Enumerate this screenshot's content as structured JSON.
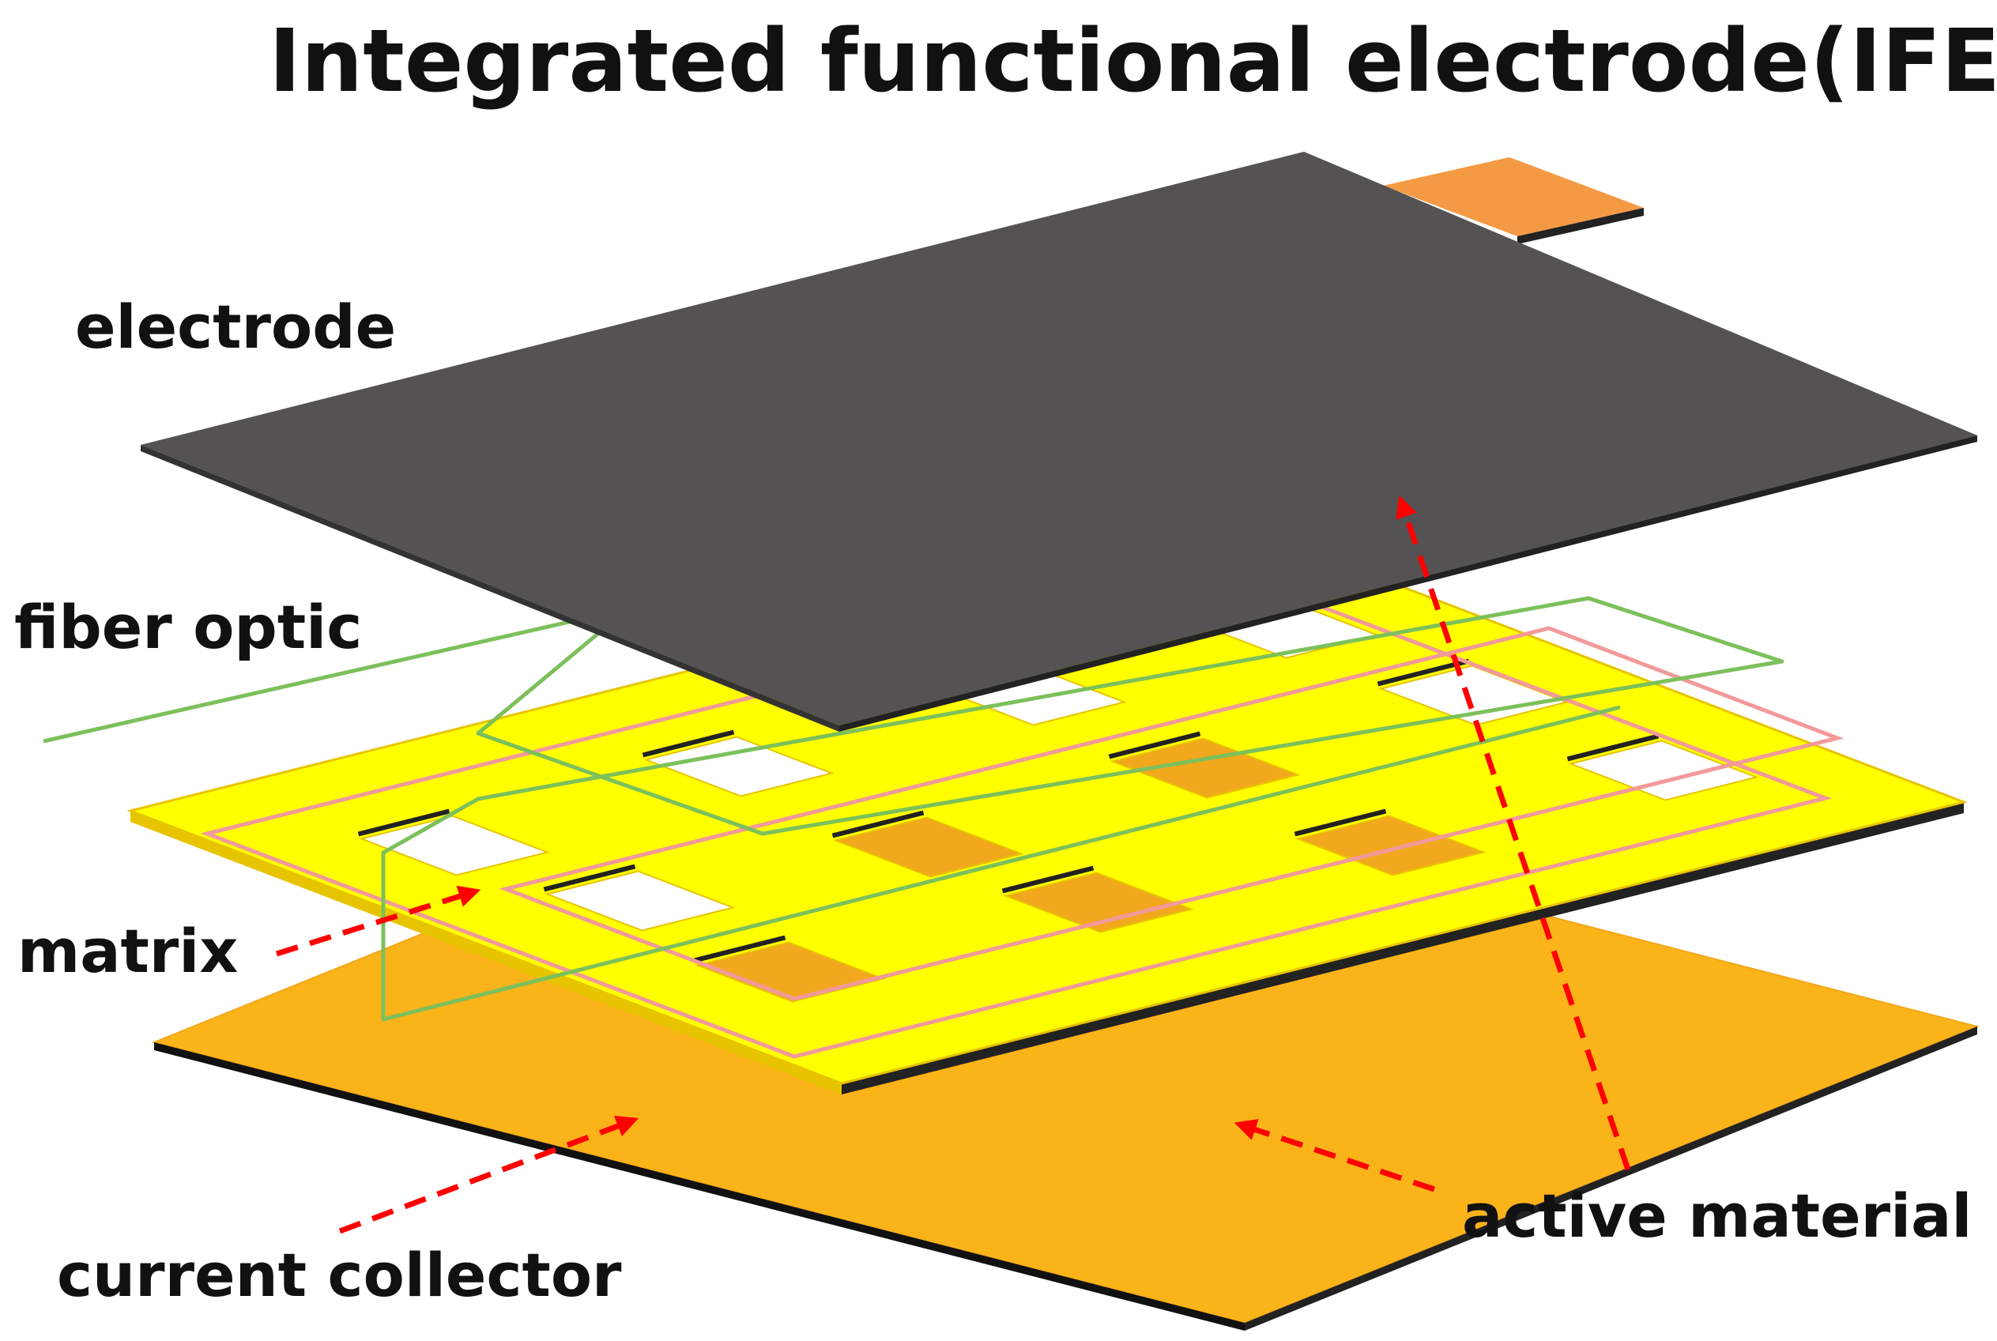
{
  "title": "Integrated functional electrode(IFE)",
  "labels": {
    "electrode": "electrode",
    "fiber_optic": "fiber optic",
    "matrix": "matrix",
    "current_collector": "current collector",
    "active_material": "active material"
  },
  "colors": {
    "electrode": "#545252",
    "electrode_tab": "#f49a45",
    "matrix": "#ffff00",
    "matrix_edge": "#e7c400",
    "current_collector": "#fbb31a",
    "active_material_fill": "#f2a81c",
    "fiber_optic": "#7cc05b",
    "trace": "#f2999a",
    "arrow": "#ff0000",
    "text": "#111111"
  }
}
